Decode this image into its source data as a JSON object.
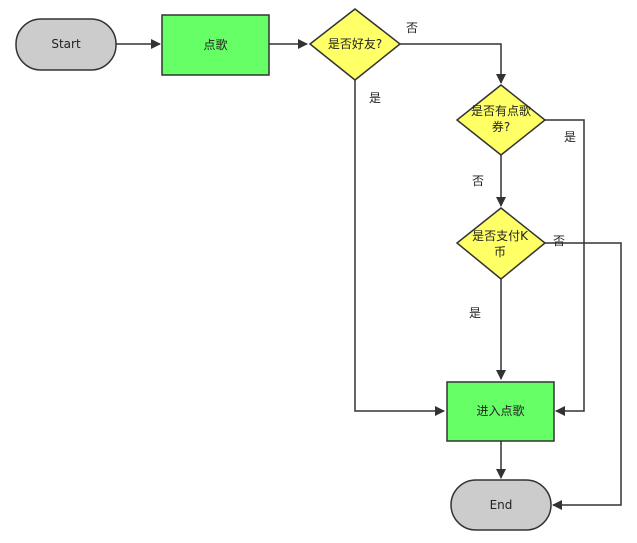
{
  "nodes": {
    "start": "Start",
    "dian_ge": "点歌",
    "is_friend": "是否好友?",
    "has_coupon_line1": "是否有点歌",
    "has_coupon_line2": "券?",
    "pay_k_line1": "是否支付K",
    "pay_k_line2": "币",
    "enter": "进入点歌",
    "end": "End"
  },
  "labels": {
    "friend_no": "否",
    "friend_yes": "是",
    "coupon_yes": "是",
    "coupon_no": "否",
    "pay_no": "否",
    "pay_yes": "是"
  },
  "colors": {
    "terminal_fill": "#cccccc",
    "process_fill": "#66ff66",
    "decision_fill": "#ffff66",
    "stroke": "#333333"
  }
}
